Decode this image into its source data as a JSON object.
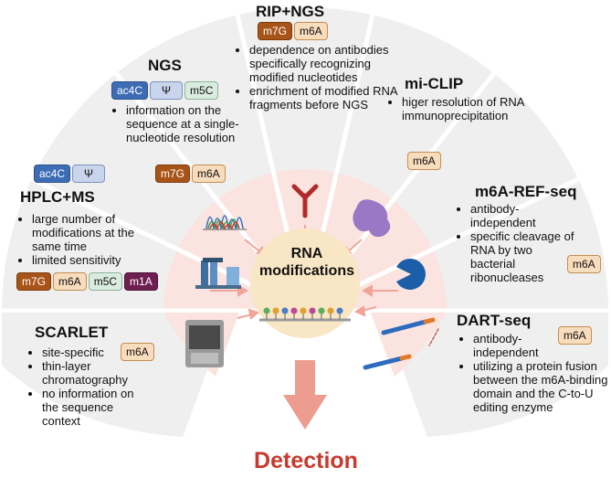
{
  "center": {
    "line1": "RNA",
    "line2": "modifications"
  },
  "detection": "Detection",
  "methods": {
    "ngs": {
      "title": "NGS",
      "tags_top": [
        "ac4C",
        "Ψ",
        "m5C"
      ],
      "bullets": [
        "information on the sequence at a single-nucleotide resolution"
      ],
      "tags_bottom": [
        "m7G",
        "m6A"
      ]
    },
    "rip_ngs": {
      "title": "RIP+NGS",
      "tags": [
        "m7G",
        "m6A"
      ],
      "bullets": [
        "dependence on antibodies specifically recognizing modified nucleotides",
        "enrichment of modified RNA fragments before NGS"
      ]
    },
    "mi_clip": {
      "title": "mi-CLIP",
      "bullets": [
        "higer resolution of RNA immunoprecipitation"
      ],
      "tags": [
        "m6A"
      ]
    },
    "hplc_ms": {
      "title": "HPLC+MS",
      "tags_top": [
        "ac4C",
        "Ψ"
      ],
      "bullets": [
        "large number of modifications at the same time",
        "limited sensitivity"
      ],
      "tags_bottom": [
        "m7G",
        "m6A",
        "m5C",
        "m1A"
      ]
    },
    "m6a_ref_seq": {
      "title": "m6A-REF-seq",
      "bullets": [
        "antibody-independent",
        "specific cleavage of RNA by two bacterial ribonucleases"
      ],
      "tags": [
        "m6A"
      ]
    },
    "scarlet": {
      "title": "SCARLET",
      "bullets": [
        "site-specific",
        "thin-layer chromatography",
        "no information on the sequence context"
      ],
      "tags": [
        "m6A"
      ]
    },
    "dart_seq": {
      "title": "DART-seq",
      "bullets": [
        "antibody-independent",
        "utilizing a protein fusion between the m6A-binding domain and the C-to-U editing enzyme"
      ],
      "tags": [
        "m6A"
      ]
    }
  },
  "colors": {
    "sector_bg": "#efefef",
    "ring_bg": "#fbe3e0",
    "center_bg": "#f8e6c4",
    "arrow": "#f0a49a",
    "detection_text": "#c8392e"
  }
}
